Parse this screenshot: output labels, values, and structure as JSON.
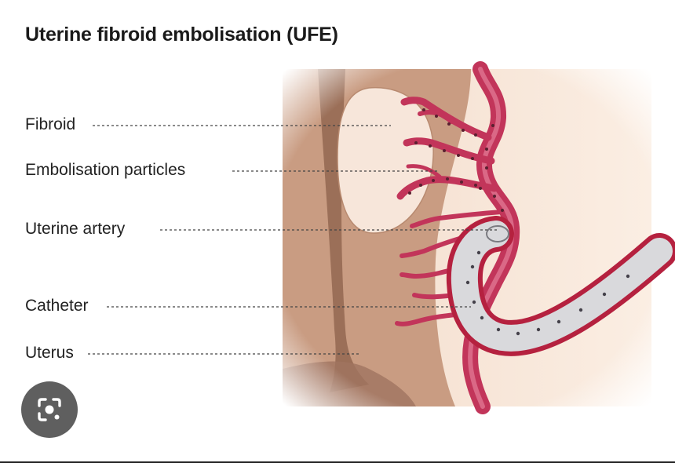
{
  "title": "Uterine fibroid embolisation (UFE)",
  "labels": {
    "fibroid": "Fibroid",
    "particles": "Embolisation particles",
    "artery": "Uterine artery",
    "catheter": "Catheter",
    "uterus": "Uterus"
  },
  "lens_button": {
    "icon": "lens-search-icon"
  },
  "colors": {
    "tissue": "#c99c82",
    "fibroid": "#f7e6da",
    "artery": "#c2355a",
    "catheter": "#d9d9dc",
    "background_tissue": "#f6e3d2"
  }
}
